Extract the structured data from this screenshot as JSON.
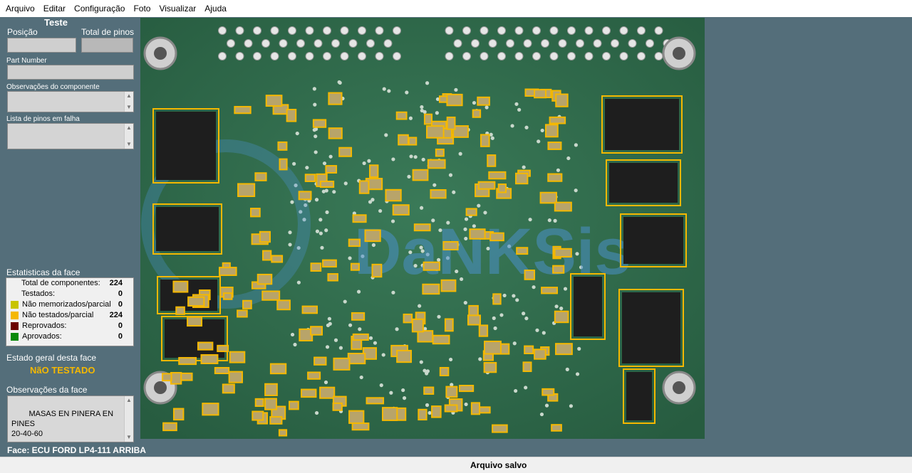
{
  "menu": [
    "Arquivo",
    "Editar",
    "Configuração",
    "Foto",
    "Visualizar",
    "Ajuda"
  ],
  "left": {
    "title": "Teste",
    "posicao_label": "Posição",
    "total_pinos_label": "Total de pinos",
    "posicao_value": "",
    "total_pinos_value": "",
    "part_number_label": "Part Number",
    "part_number_value": "",
    "obs_componente_label": "Observações do componente",
    "obs_componente_value": "",
    "pinos_falha_label": "Lista de pinos em falha",
    "pinos_falha_value": "",
    "stats_title": "Estatisticas da face",
    "stats": [
      {
        "label": "Total de componentes:",
        "value": "224",
        "color": ""
      },
      {
        "label": "Testados:",
        "value": "0",
        "color": ""
      },
      {
        "label": "Não memorizados/parcial",
        "value": "0",
        "color": "#c8c400"
      },
      {
        "label": "Não testados/parcial",
        "value": "224",
        "color": "#f5b800"
      },
      {
        "label": "Reprovados:",
        "value": "0",
        "color": "#6b0000"
      },
      {
        "label": "Aprovados:",
        "value": "0",
        "color": "#0a8a0a"
      }
    ],
    "estado_label": "Estado geral desta face",
    "estado_value": "NãO TESTADO",
    "estado_color": "#f5b800",
    "obs_face_label": "Observações da face",
    "obs_face_value": "MASAS EN PINERA EN PINES\n20-40-60"
  },
  "face_label": "Face: ECU FORD LP4-111 ARRIBA",
  "status": "Arquivo salvo",
  "colors": {
    "background": "#546e7a",
    "highlight": "#f5b800",
    "pcb": "#2e6b4a"
  },
  "photo": {
    "watermark": "DaNKSis",
    "description_icon": "pcb-photo"
  }
}
